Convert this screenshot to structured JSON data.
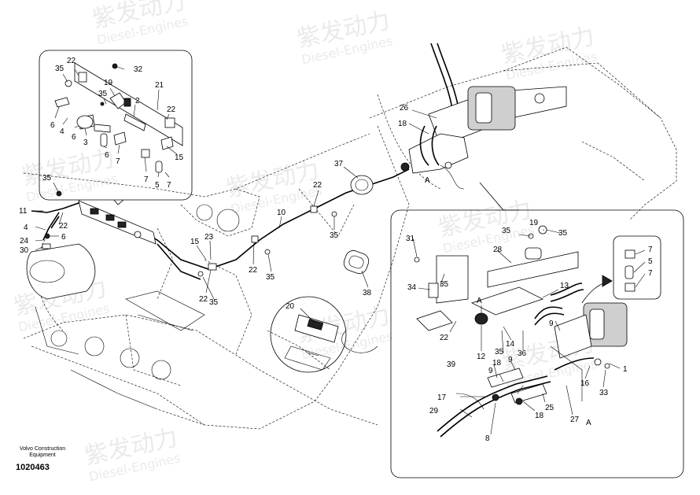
{
  "watermark": {
    "brand_cn": "紫发动力",
    "brand_en": "Diesel-Engines"
  },
  "footer": {
    "company": "Volvo Construction",
    "subtitle": "Equipment",
    "drawing_id": "1020463"
  },
  "section_mark": "A",
  "callouts": {
    "inset_top": [
      "22",
      "32",
      "35",
      "19",
      "21",
      "35",
      "2",
      "22",
      "6",
      "4",
      "3",
      "6",
      "6",
      "7",
      "5",
      "7",
      "15",
      "7"
    ],
    "main": [
      "35",
      "11",
      "22",
      "4",
      "24",
      "6",
      "30",
      "15",
      "23",
      "22",
      "35",
      "22",
      "35",
      "10",
      "35",
      "37",
      "22",
      "20",
      "38",
      "26",
      "18"
    ],
    "inset_bottom": [
      "31",
      "35",
      "19",
      "35",
      "28",
      "13",
      "34",
      "35",
      "A",
      "22",
      "14",
      "12",
      "35",
      "36",
      "9",
      "9",
      "39",
      "18",
      "9",
      "17",
      "29",
      "8",
      "18",
      "25",
      "27",
      "16",
      "33",
      "1",
      "A"
    ],
    "inset_right": [
      "7",
      "5",
      "7"
    ]
  }
}
